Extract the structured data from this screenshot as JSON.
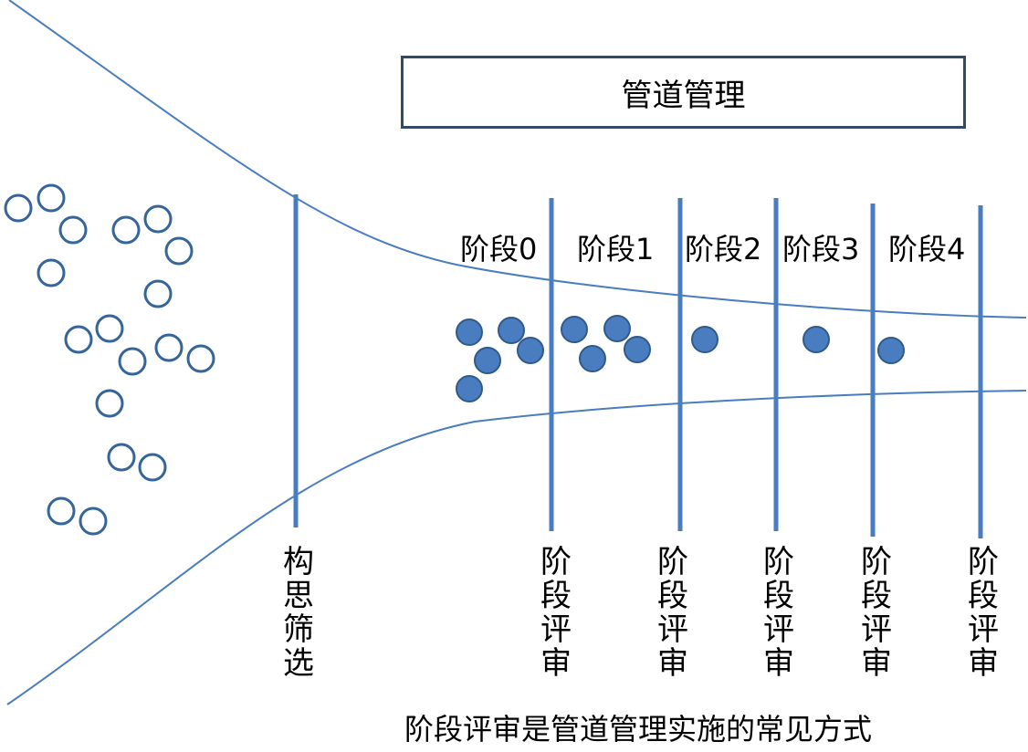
{
  "title": "管道管理",
  "stages": [
    "阶段0",
    "阶段1",
    "阶段2",
    "阶段3",
    "阶段4"
  ],
  "screen_label": "构思筛选",
  "review_labels": [
    "阶段评审",
    "阶段评审",
    "阶段评审",
    "阶段评审",
    "阶段评审"
  ],
  "caption": "阶段评审是管道管理实施的常见方式",
  "colors": {
    "line": "#4a7dbf",
    "dot_fill": "#4a7dbf",
    "dot_stroke": "#2f5a8a",
    "ring": "#36659a",
    "box_border": "#2f4b66"
  }
}
